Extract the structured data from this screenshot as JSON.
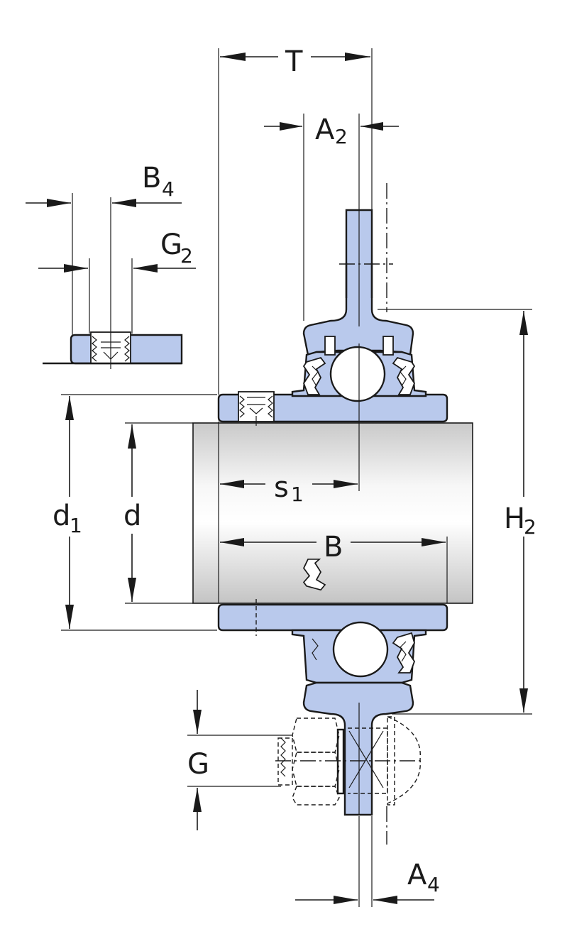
{
  "diagram": {
    "labels": {
      "T": "T",
      "A2": {
        "main": "A",
        "sub": "2"
      },
      "B4": {
        "main": "B",
        "sub": "4"
      },
      "G2": {
        "main": "G",
        "sub": "2"
      },
      "d1": {
        "main": "d",
        "sub": "1"
      },
      "d": "d",
      "s1": {
        "main": "s",
        "sub": "1"
      },
      "B": "B",
      "H2": {
        "main": "H",
        "sub": "2"
      },
      "G": "G",
      "A4": {
        "main": "A",
        "sub": "4"
      }
    },
    "colors": {
      "part_fill": "#b9c9ec",
      "line": "#1a1a1a",
      "shaft_light": "#f4f4f4",
      "shaft_dark": "#c8c8c8"
    }
  }
}
